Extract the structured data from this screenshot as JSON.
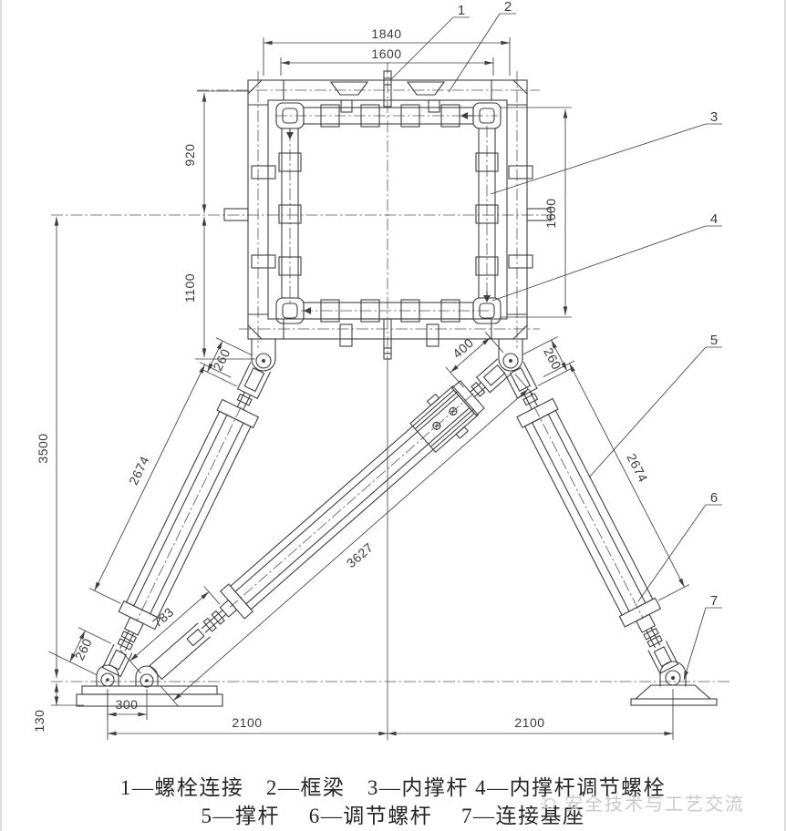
{
  "drawing": {
    "dims": {
      "top_outer_width": "1840",
      "top_inner_width": "1600",
      "upper_height": "920",
      "lower_height": "1100",
      "side_height": "1600",
      "total_height": "3500",
      "base_height": "130",
      "left_leg_top_offset": "260",
      "right_leg_top_offset": "260",
      "mid_leg_top_offset": "400",
      "left_leg_length": "2674",
      "right_leg_length": "2674",
      "mid_leg_length": "3627",
      "mid_leg_bottom_section": "783",
      "left_leg_bottom_offset": "260",
      "base_pivot_spacing": "300",
      "left_span": "2100",
      "right_span": "2100"
    },
    "callouts": {
      "c1": "1",
      "c2": "2",
      "c3": "3",
      "c4": "4",
      "c5": "5",
      "c6": "6",
      "c7": "7"
    },
    "legend_line1": "1—螺栓连接　2—框梁　3—内撑杆 4—内撑杆调节螺栓",
    "legend_line2": "5—撑杆　 6—调节螺杆　 7—连接基座",
    "watermark_text": "安全技术与工艺交流",
    "colors": {
      "line": "#3f3f3f",
      "dim_text": "#3a3a3a",
      "watermark": "#c9c9c9"
    }
  }
}
